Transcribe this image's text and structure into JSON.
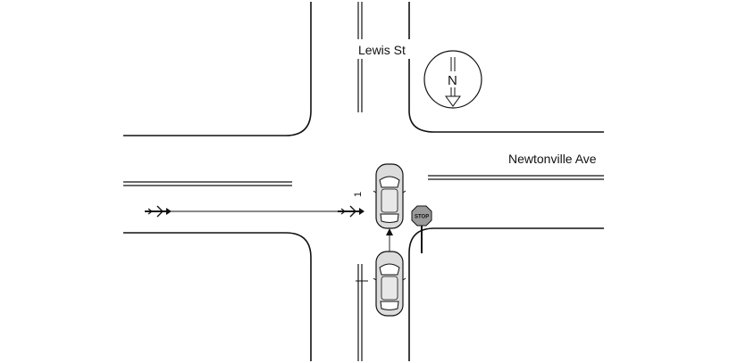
{
  "streets": {
    "north_south": "Lewis St",
    "east_west": "Newtonville Ave"
  },
  "compass": {
    "letter": "N",
    "icon": "north-arrow-icon"
  },
  "sign": {
    "text": "STOP",
    "icon": "stop-sign-icon"
  },
  "vehicles": [
    {
      "type": "car",
      "icon": "car-icon"
    },
    {
      "type": "car",
      "icon": "car-icon"
    },
    {
      "type": "aircraft-symbol",
      "icon": "aircraft-icon"
    },
    {
      "type": "aircraft-symbol",
      "icon": "aircraft-icon"
    }
  ],
  "marker_label": "1",
  "colors": {
    "line": "#111111",
    "car_body": "#dcdcdc",
    "sign": "#9a9a9a"
  }
}
